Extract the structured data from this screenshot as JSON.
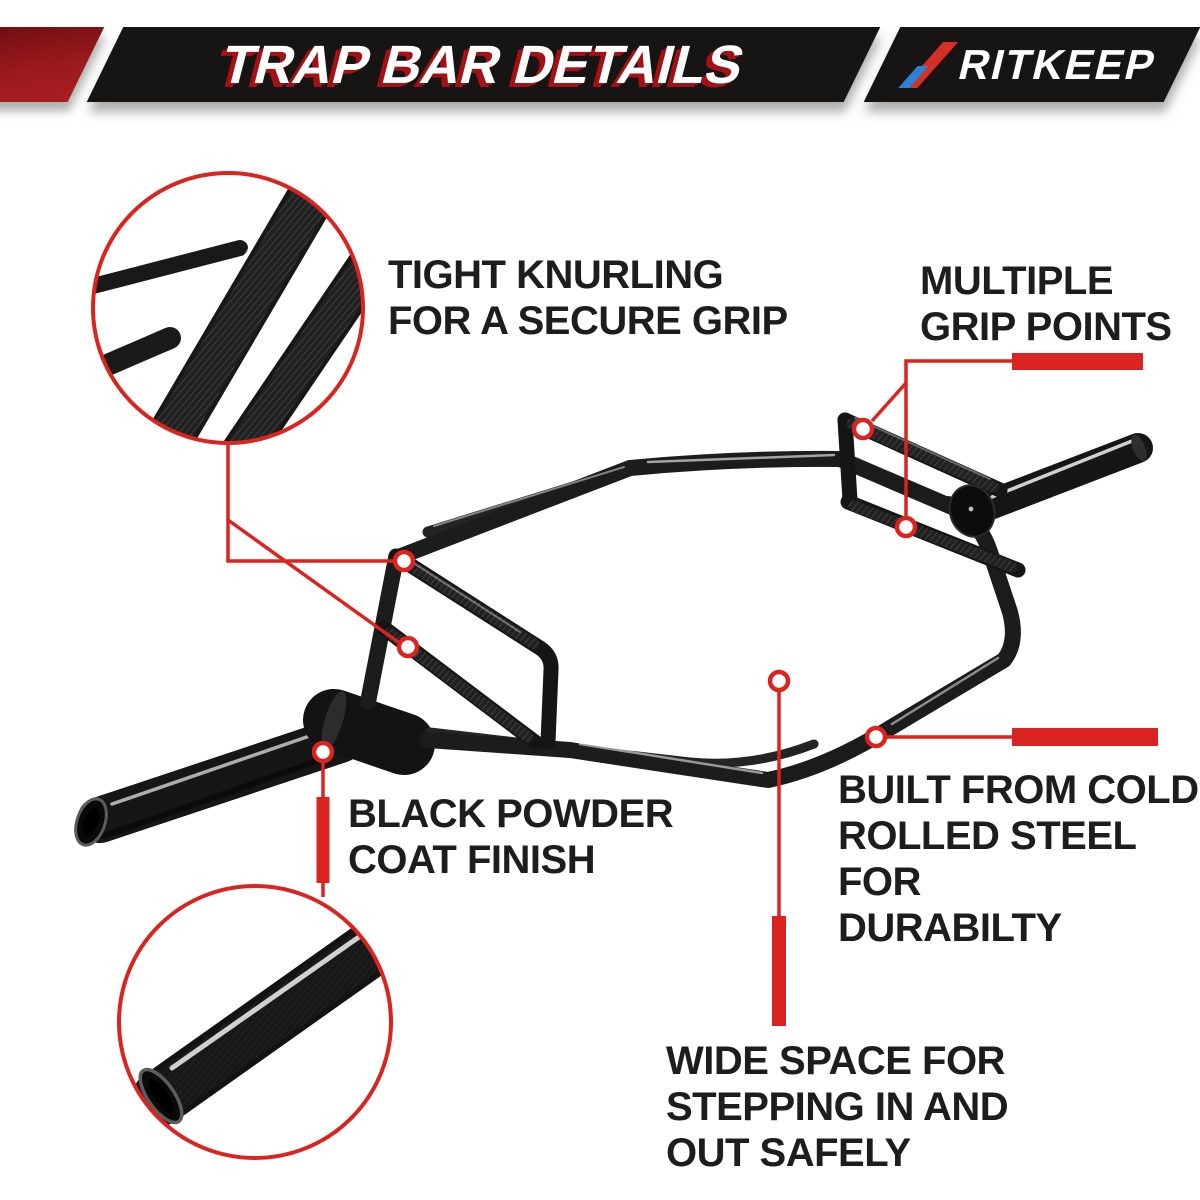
{
  "header": {
    "title": "TRAP BAR DETAILS",
    "brand": "RITKEEP"
  },
  "callouts": {
    "knurling": {
      "label": "TIGHT KNURLING\nFOR A SECURE GRIP"
    },
    "grip_points": {
      "label": "MULTIPLE\nGRIP POINTS"
    },
    "powder_coat": {
      "label": "BLACK POWDER\nCOAT FINISH"
    },
    "cold_rolled_steel": {
      "label": "BUILT FROM COLD\nROLLED STEEL FOR\nDURABILTY"
    },
    "wide_space": {
      "label": "WIDE SPACE FOR\nSTEPPING IN AND\nOUT SAFELY"
    }
  },
  "colors": {
    "accent_red": "#da2420",
    "banner_black": "#171414",
    "banner_maroon": "#9a191c",
    "title_shadow_red": "#a31114",
    "logo_stripe_red": "#d63026",
    "logo_stripe_blue": "#2e7fd6",
    "steel_black": "#1c1c1c",
    "label_text": "#1d1d1d",
    "background": "#ffffff"
  }
}
